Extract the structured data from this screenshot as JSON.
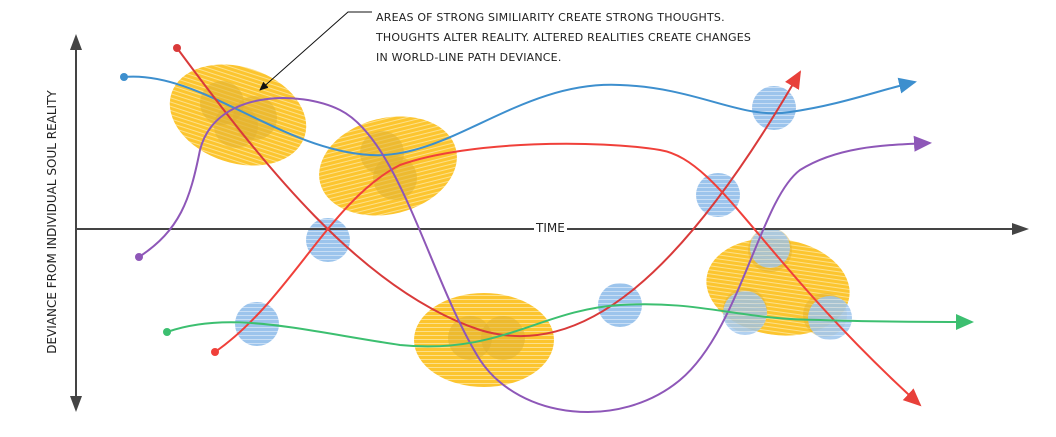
{
  "annotation": {
    "lines": [
      "AREAS OF STRONG SIMILIARITY CREATE STRONG THOUGHTS.",
      "THOUGHTS ALTER REALITY. ALTERED REALITIES CREATE CHANGES",
      "IN WORLD-LINE PATH DEVIANCE."
    ]
  },
  "axes": {
    "x_label": "TIME",
    "y_label": "DEVIANCE FROM INDIVIDUAL SOUL REALITY"
  },
  "colors": {
    "blue_line": "#3d8fce",
    "red_line": "#d93a3a",
    "red_line_2": "#f0403a",
    "purple_line": "#8e57b8",
    "green_line": "#3cbf70",
    "similarity_area": "#fcc52f",
    "event_circle": "#9cc4ec"
  }
}
